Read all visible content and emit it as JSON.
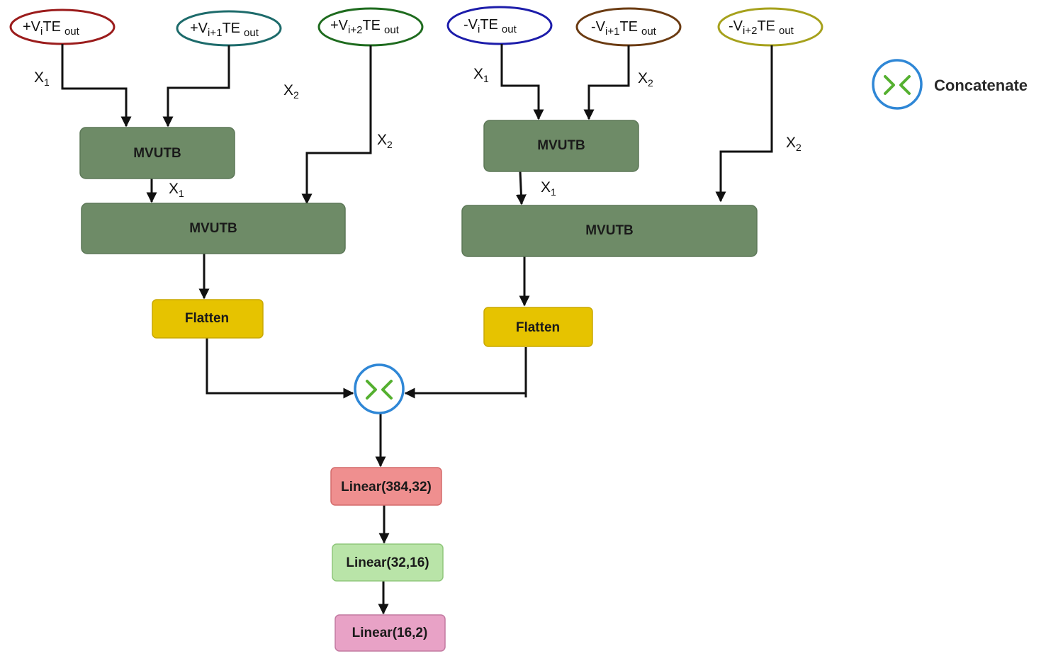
{
  "inputs": [
    {
      "prefix": "+V",
      "sub": "i",
      "mid": "TE",
      "suffix": "out",
      "color": "#9b1c1c"
    },
    {
      "prefix": "+V",
      "sub": "i+1",
      "mid": "TE",
      "suffix": "out",
      "color": "#1d6b6b"
    },
    {
      "prefix": "+V",
      "sub": "i+2",
      "mid": "TE",
      "suffix": "out",
      "color": "#1e6b1e"
    },
    {
      "prefix": "-V",
      "sub": "i",
      "mid": "TE",
      "suffix": "out",
      "color": "#1c1caa"
    },
    {
      "prefix": "-V",
      "sub": "i+1",
      "mid": "TE",
      "suffix": "out",
      "color": "#6b3b12"
    },
    {
      "prefix": "-V",
      "sub": "i+2",
      "mid": "TE",
      "suffix": "out",
      "color": "#a6a11c"
    }
  ],
  "edge_labels": {
    "x1": {
      "main": "X",
      "sub": "1"
    },
    "x2": {
      "main": "X",
      "sub": "2"
    }
  },
  "blocks": {
    "mvutb": "MVUTB",
    "flatten": "Flatten",
    "linear1": "Linear(384,32)",
    "linear2": "Linear(32,16)",
    "linear3": "Linear(16,2)"
  },
  "legend": {
    "label": "Concatenate",
    "icon": "concatenate-icon"
  },
  "colors": {
    "mvutb_fill": "#6e8b67",
    "flatten_fill": "#e6c300",
    "linear1_fill": "#ef8f8f",
    "linear2_fill": "#b9e4a8",
    "linear3_fill": "#e8a2c6",
    "concat_ring": "#2f87d6",
    "concat_chevron": "#55b030"
  }
}
